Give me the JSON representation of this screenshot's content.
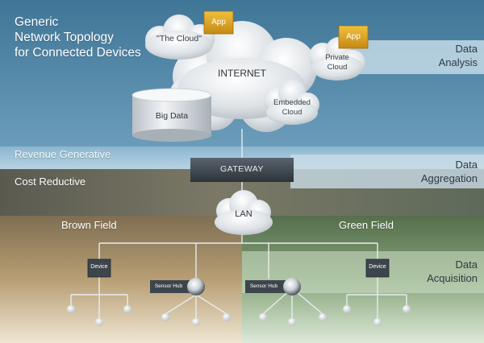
{
  "title_lines": [
    "Generic",
    "Network Topology",
    "for Connected Devices"
  ],
  "revenue_label": "Revenue Generative",
  "cost_label": "Cost Reductive",
  "data_analysis": [
    "Data",
    "Analysis"
  ],
  "data_aggregation": [
    "Data",
    "Aggregation"
  ],
  "data_acquisition": [
    "Data",
    "Acquisition"
  ],
  "brown_field": "Brown Field",
  "green_field": "Green Field",
  "the_cloud": "\"The Cloud\"",
  "internet": "INTERNET",
  "private_cloud": [
    "Private",
    "Cloud"
  ],
  "embedded_cloud": [
    "Embedded",
    "Cloud"
  ],
  "big_data": "Big Data",
  "app_left": "App",
  "app_right": "App",
  "gateway": "GATEWAY",
  "lan": "LAN",
  "device_left": "Device",
  "device_right": "Device",
  "sensor_hub_left": "Sensor Hub",
  "sensor_hub_right": "Sensor Hub",
  "colors": {
    "top_band": "#5c8ead",
    "revenue_band": "#a9c8db",
    "brown_field": "#c8b088",
    "green_field": "#7f9f72",
    "app_box": "#d9a21e",
    "gateway_box": "#3c4650"
  }
}
